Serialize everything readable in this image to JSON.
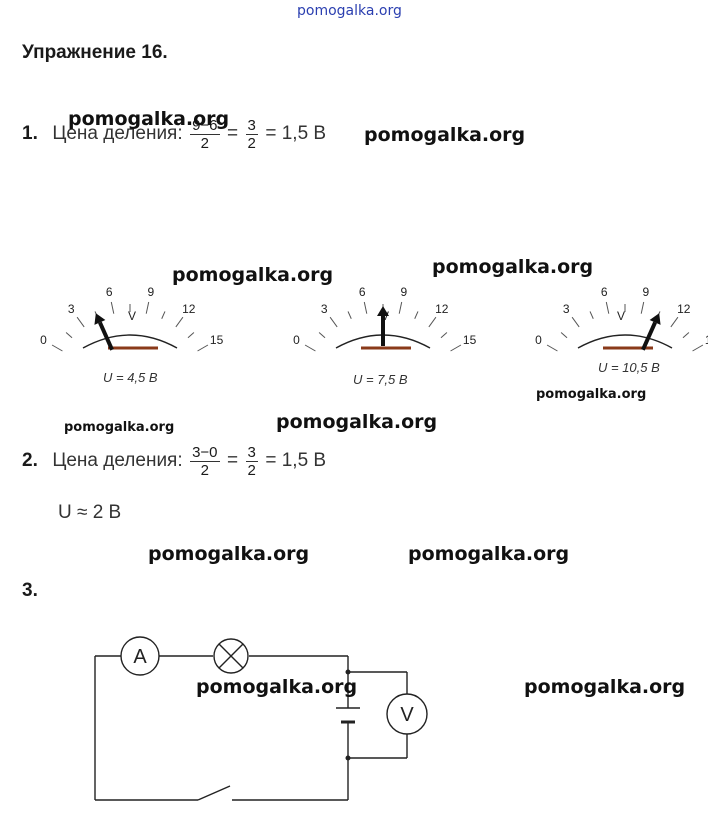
{
  "watermark": "pomogalka.org",
  "watermark_top": "pomogalka.org",
  "title": "Упражнение 16.",
  "item1": {
    "number": "1.",
    "label": "Цена деления:",
    "frac1_num": "9−6",
    "frac1_den": "2",
    "eq1": "=",
    "frac2_num": "3",
    "frac2_den": "2",
    "result": "= 1,5 В"
  },
  "meters": {
    "scale_labels": [
      "0",
      "3",
      "6",
      "9",
      "12",
      "15"
    ],
    "unit": "V",
    "readings": [
      "U = 4,5 В",
      "U = 7,5 В",
      "U = 10,5 В"
    ],
    "values": [
      4.5,
      7.5,
      10.5
    ],
    "max": 15
  },
  "item2": {
    "number": "2.",
    "label": "Цена деления:",
    "frac1_num": "3−0",
    "frac1_den": "2",
    "eq1": "=",
    "frac2_num": "3",
    "frac2_den": "2",
    "result": "= 1,5 В",
    "answer": "U ≈ 2 В"
  },
  "item3": {
    "number": "3.",
    "ammeter": "A",
    "voltmeter": "V"
  }
}
